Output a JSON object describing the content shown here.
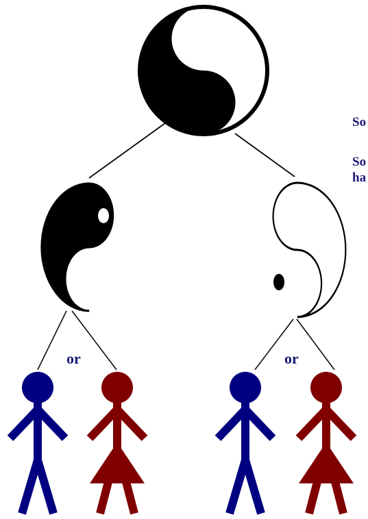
{
  "diagram": {
    "connector_left": "or",
    "connector_right": "or",
    "side_text": {
      "line1": "So",
      "line2": "So",
      "line3": "ha"
    }
  },
  "colors": {
    "yin": "#000000",
    "yang": "#ffffff",
    "male": "#000080",
    "female": "#800000",
    "text": "#1a1a7a",
    "connector": "#000000"
  },
  "icons": {
    "root": "yin-yang-icon",
    "left_child": "yin-half-icon",
    "right_child": "yang-half-icon",
    "figures": [
      "male-figure-icon",
      "female-figure-icon",
      "male-figure-icon",
      "female-figure-icon"
    ]
  }
}
